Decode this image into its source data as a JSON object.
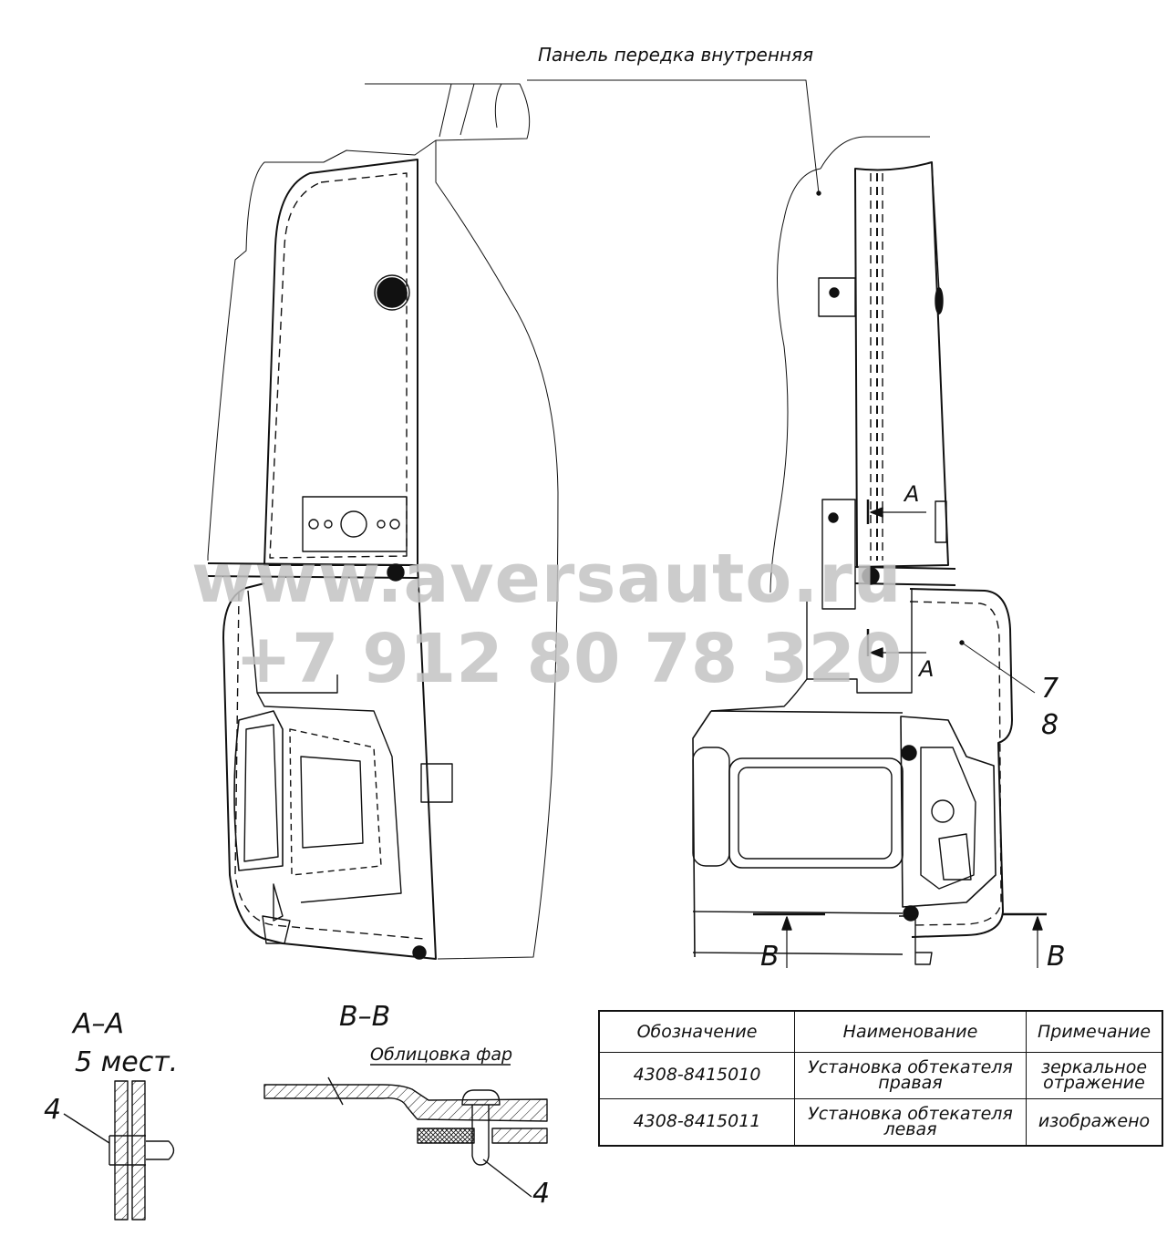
{
  "labels": {
    "top_panel": "Панель передка внутренняя",
    "section_a_upper": "A",
    "section_a_lower": "A",
    "part_7": "7",
    "part_8": "8",
    "section_b_left": "B",
    "section_b_right": "B",
    "aa_title": "A–A",
    "aa_count": "5 мест.",
    "aa_callout": "4",
    "bb_title": "B–B",
    "bb_part": "Облицовка фар",
    "bb_callout": "4"
  },
  "watermark": {
    "url": "www.aversauto.ru",
    "phone": "+7 912 80 78 320"
  },
  "table": {
    "headers": [
      "Обозначение",
      "Наименование",
      "Примечание"
    ],
    "rows": [
      {
        "code": "4308-8415010",
        "name_1": "Установка обтекателя",
        "name_2": "правая",
        "note_1": "зеркальное",
        "note_2": "отражение"
      },
      {
        "code": "4308-8415011",
        "name_1": "Установка обтекателя",
        "name_2": "левая",
        "note_1": "изображено",
        "note_2": ""
      }
    ]
  }
}
